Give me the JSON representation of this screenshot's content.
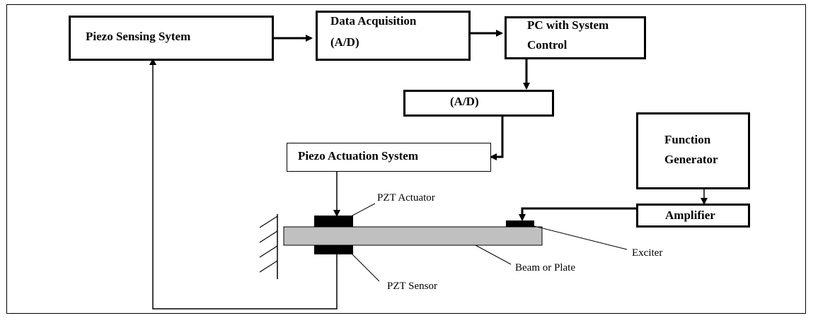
{
  "blocks": {
    "piezo_sensing": "Piezo Sensing Sytem",
    "data_acquisition_line1": "Data Acquisition",
    "data_acquisition_line2": "(A/D)",
    "pc_line1": "PC with System",
    "pc_line2": "Control",
    "ad": "(A/D)",
    "piezo_actuation": "Piezo Actuation System",
    "function_generator_line1": "Function",
    "function_generator_line2": "Generator",
    "amplifier": "Amplifier"
  },
  "labels": {
    "pzt_actuator": "PZT Actuator",
    "pzt_sensor": "PZT Sensor",
    "exciter": "Exciter",
    "beam": "Beam or Plate"
  }
}
